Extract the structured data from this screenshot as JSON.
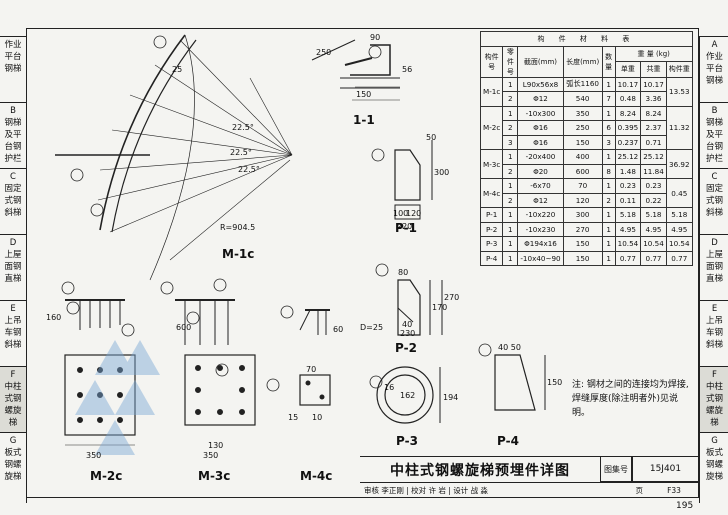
{
  "left_tabs": [
    "作业\n平台\n钢梯",
    "B\n钢梯\n及平\n台钢\n护栏",
    "C\n固定\n式钢\n斜梯",
    "D\n上屋\n面钢\n直梯",
    "E\n上吊\n车钢\n斜梯",
    "F\n中柱\n式钢\n螺旋\n梯",
    "G\n板式\n钢螺\n旋梯"
  ],
  "right_tabs": [
    "A\n作业\n平台\n钢梯",
    "B\n钢梯\n及平\n台钢\n护栏",
    "C\n固定\n式钢\n斜梯",
    "D\n上屋\n面钢\n直梯",
    "E\n上吊\n车钢\n斜梯",
    "F\n中柱\n式钢\n螺旋\n梯",
    "G\n板式\n钢螺\n旋梯"
  ],
  "table": {
    "title": "构 件 材 料 表",
    "headers": {
      "member": "构件号",
      "part": "零件号",
      "section": "截面(mm)",
      "length": "长度(mm)",
      "count": "数量",
      "weight": "重 量 (kg)",
      "unit_w": "单重",
      "total_w": "共重",
      "member_w": "构件重"
    },
    "rows": [
      [
        "M-1c",
        "1",
        "L90x56x8",
        "弧长1160",
        "1",
        "10.17",
        "10.17",
        "13.53"
      ],
      [
        "",
        "2",
        "Φ12",
        "540",
        "7",
        "0.48",
        "3.36",
        ""
      ],
      [
        "M-2c",
        "1",
        "-10x300",
        "350",
        "1",
        "8.24",
        "8.24",
        "11.32"
      ],
      [
        "",
        "2",
        "Φ16",
        "250",
        "6",
        "0.395",
        "2.37",
        ""
      ],
      [
        "",
        "3",
        "Φ16",
        "150",
        "3",
        "0.237",
        "0.71",
        ""
      ],
      [
        "M-3c",
        "1",
        "-20x400",
        "400",
        "1",
        "25.12",
        "25.12",
        "36.92"
      ],
      [
        "",
        "2",
        "Φ20",
        "600",
        "8",
        "1.48",
        "11.84",
        ""
      ],
      [
        "M-4c",
        "1",
        "-6x70",
        "70",
        "1",
        "0.23",
        "0.23",
        "0.45"
      ],
      [
        "",
        "2",
        "Φ12",
        "120",
        "2",
        "0.11",
        "0.22",
        ""
      ],
      [
        "P-1",
        "1",
        "-10x220",
        "300",
        "1",
        "5.18",
        "5.18",
        "5.18"
      ],
      [
        "P-2",
        "1",
        "-10x230",
        "270",
        "1",
        "4.95",
        "4.95",
        "4.95"
      ],
      [
        "P-3",
        "1",
        "Φ194x16",
        "150",
        "1",
        "10.54",
        "10.54",
        "10.54"
      ],
      [
        "P-4",
        "1",
        "-10x40~90",
        "150",
        "1",
        "0.77",
        "0.77",
        "0.77"
      ]
    ]
  },
  "labels": {
    "m1c": "M-1c",
    "s11": "1-1",
    "p1": "P-1",
    "p2": "P-2",
    "p3": "P-3",
    "p4": "P-4",
    "m2c": "M-2c",
    "m3c": "M-3c",
    "m4c": "M-4c",
    "dim_90": "90",
    "dim_250": "250",
    "dim_150": "150",
    "dim_56": "56",
    "dim_25": "25",
    "dim_225a": "22.5°",
    "dim_225b": "22.5°",
    "dim_225c": "22.5°",
    "dim_r": "R=904.5",
    "dim_50": "50",
    "dim_300": "300",
    "dim_100": "100",
    "dim_120": "120",
    "dim_220": "220",
    "dim_80": "80",
    "dim_170": "170",
    "dim_270": "270",
    "dim_40": "40",
    "dim_230": "230",
    "dim_d25": "D=25",
    "dim_194": "194",
    "dim_16": "16",
    "dim_162": "162",
    "dim_4050": "40 50",
    "dim_350": "350",
    "dim_130": "130",
    "dim_70": "70",
    "dim_600": "600",
    "dim_160": "160",
    "dim_60": "60",
    "dim_15": "15",
    "dim_10": "10"
  },
  "note": "注: 钢材之间的连接均为焊接, 焊缝厚度(除注明者外)见说明。",
  "titleblock": {
    "title": "中柱式钢螺旋梯预埋件详图",
    "atlas_label": "图集号",
    "atlas_no": "15J401",
    "page_label": "页",
    "page_no": "F33",
    "sign_row": "审核 李正刚 | 校对 许 岩 | 设计 战 淼"
  },
  "page_number": "195"
}
